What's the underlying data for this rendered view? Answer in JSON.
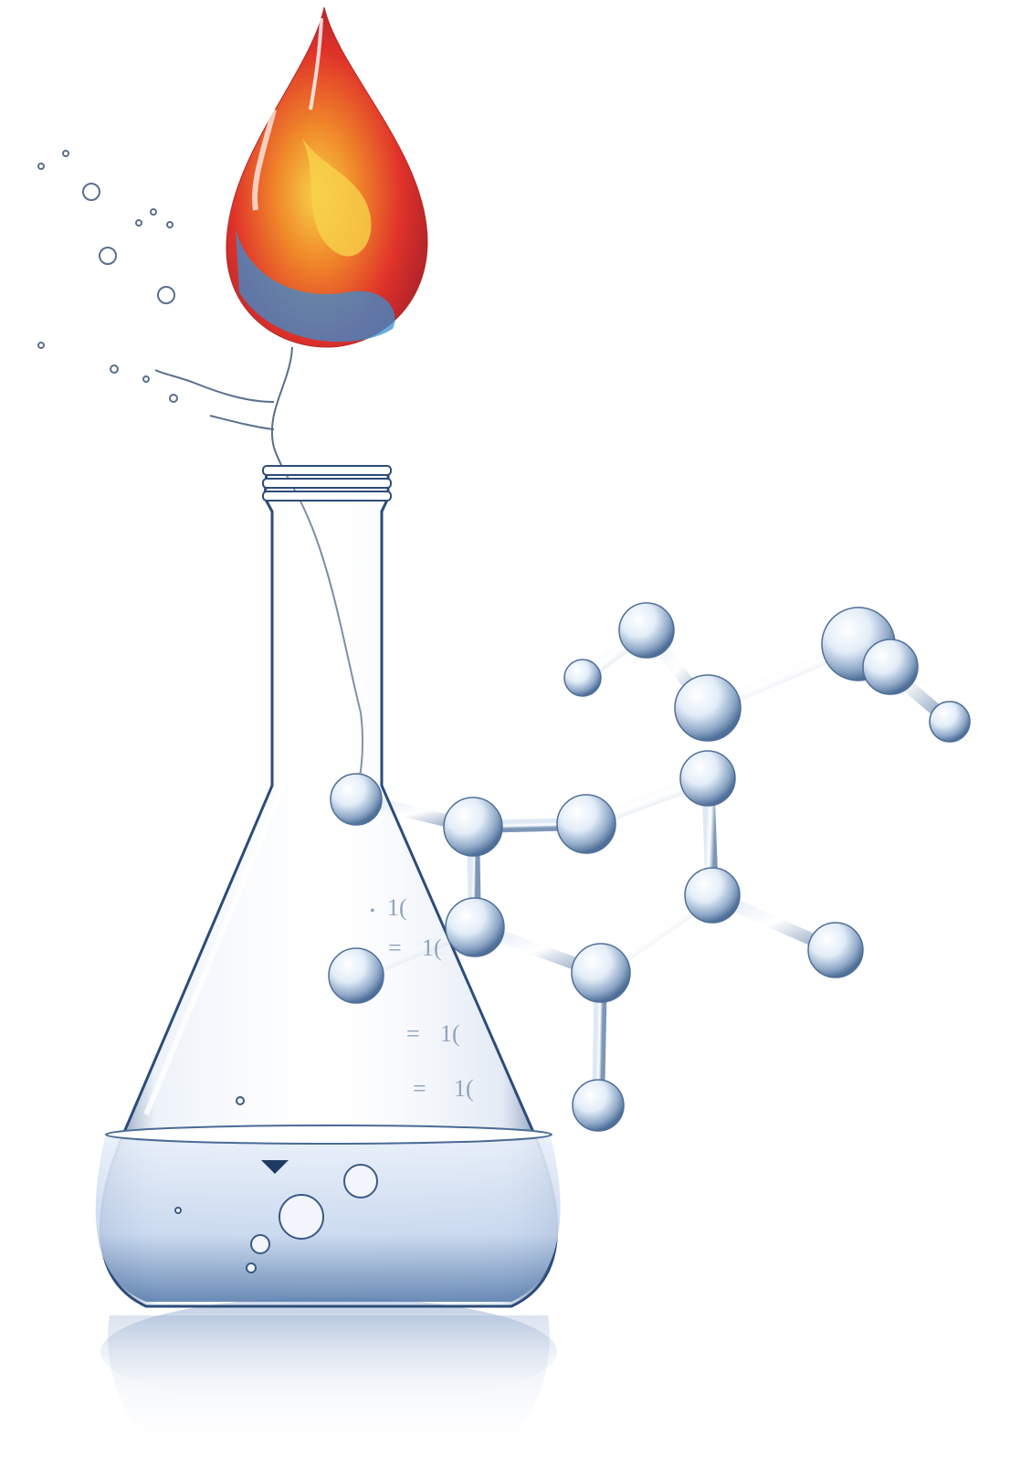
{
  "scene": {
    "graduations": [
      {
        "label": "1(",
        "mark": "•"
      },
      {
        "label": "1(",
        "mark": "="
      },
      {
        "label": "1(",
        "mark": "="
      },
      {
        "label": "1(",
        "mark": "="
      }
    ],
    "colors": {
      "background": "#ffffff",
      "glass": "#6f8fb5",
      "glass_edge": "#2c4c7a",
      "liquid": "#cfdcef",
      "drop_red": "#e0322a",
      "drop_orange": "#f08a2a",
      "drop_yellow": "#f7d24a",
      "drop_blue": "#3a8fd0"
    },
    "icons": [
      "paint-drop",
      "erlenmeyer-flask",
      "molecule-model",
      "water-splash"
    ]
  }
}
